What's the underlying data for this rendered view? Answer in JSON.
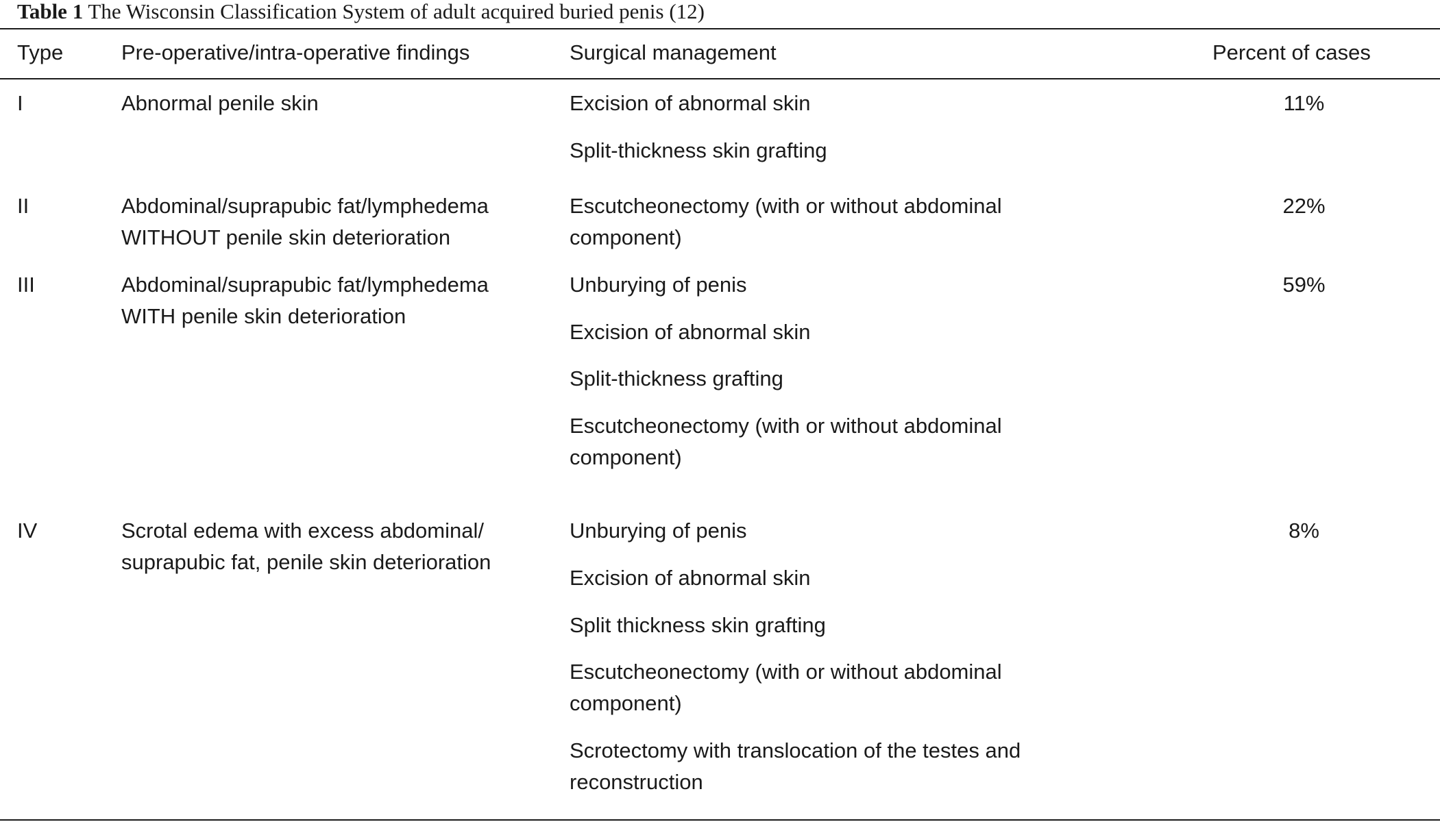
{
  "caption": {
    "label": "Table 1",
    "text": "The Wisconsin Classification System of adult acquired buried penis (12)"
  },
  "headers": {
    "type": "Type",
    "findings": "Pre-operative/intra-operative findings",
    "management": "Surgical management",
    "percent": "Percent of cases"
  },
  "rows": [
    {
      "type": "I",
      "findings": [
        "Abnormal penile skin"
      ],
      "management": [
        [
          "Excision of abnormal skin"
        ],
        [
          "Split-thickness skin grafting"
        ]
      ],
      "percent": "11%"
    },
    {
      "type": "II",
      "findings": [
        "Abdominal/suprapubic fat/lymphedema",
        "WITHOUT penile skin deterioration"
      ],
      "management": [
        [
          "Escutcheonectomy (with or without abdominal",
          "component)"
        ]
      ],
      "percent": "22%"
    },
    {
      "type": "III",
      "findings": [
        "Abdominal/suprapubic fat/lymphedema",
        "WITH penile skin deterioration"
      ],
      "management": [
        [
          "Unburying of penis"
        ],
        [
          "Excision of abnormal skin"
        ],
        [
          "Split-thickness grafting"
        ],
        [
          "Escutcheonectomy (with or without abdominal",
          "component)"
        ]
      ],
      "percent": "59%"
    },
    {
      "type": "IV",
      "findings": [
        "Scrotal edema with excess abdominal/",
        "suprapubic fat, penile skin deterioration"
      ],
      "management": [
        [
          "Unburying of penis"
        ],
        [
          "Excision of abnormal skin"
        ],
        [
          "Split thickness skin grafting"
        ],
        [
          "Escutcheonectomy (with or without abdominal",
          "component)"
        ],
        [
          "Scrotectomy with translocation of the testes and",
          "reconstruction"
        ]
      ],
      "percent": "8%"
    }
  ]
}
